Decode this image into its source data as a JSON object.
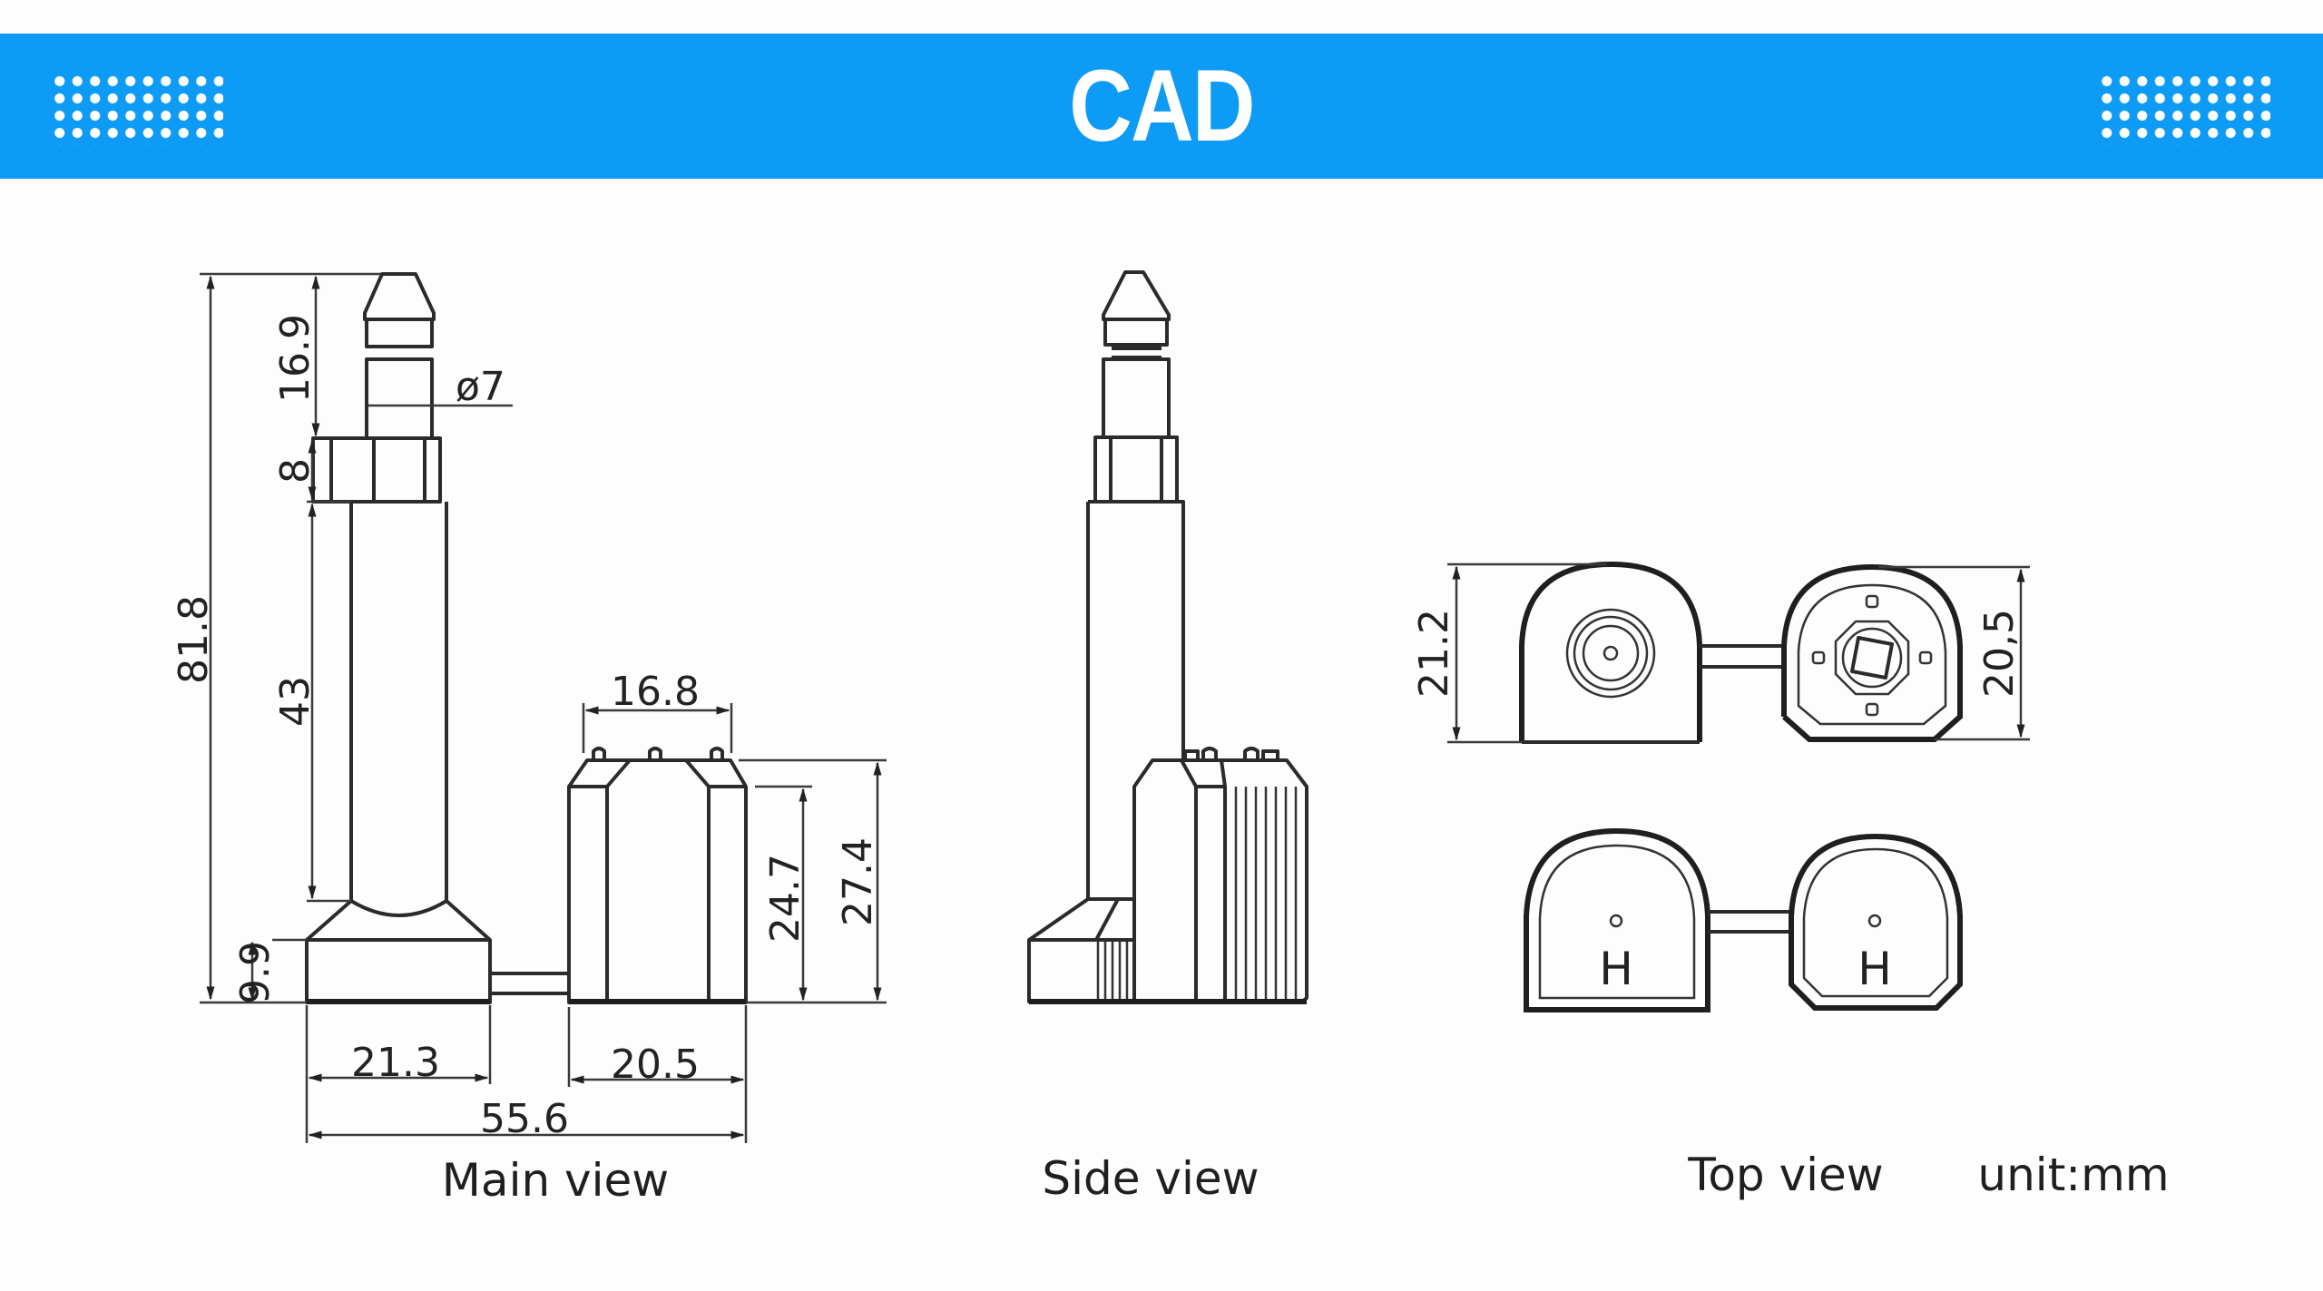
{
  "header": {
    "title": "CAD",
    "background_color": "#0d9bf5",
    "decoration": "dot-grid-icon"
  },
  "views": {
    "main": {
      "label": "Main view",
      "dimensions": {
        "total_height": "81.8",
        "tip_height": "16.9",
        "tip_diameter": "ø7",
        "collar_height": "8",
        "shaft_height": "43",
        "base_height": "9.9",
        "lock_top_width": "16.8",
        "lock_inner_height": "24.7",
        "lock_height": "27.4",
        "base_width": "21.3",
        "lock_width": "20.5",
        "total_width": "55.6"
      }
    },
    "side": {
      "label": "Side view"
    },
    "top": {
      "label": "Top view",
      "dimensions": {
        "left_height": "21.2",
        "right_height": "20,5"
      },
      "marking_left": "H",
      "marking_right": "H"
    }
  },
  "unit_label": "unit:mm"
}
